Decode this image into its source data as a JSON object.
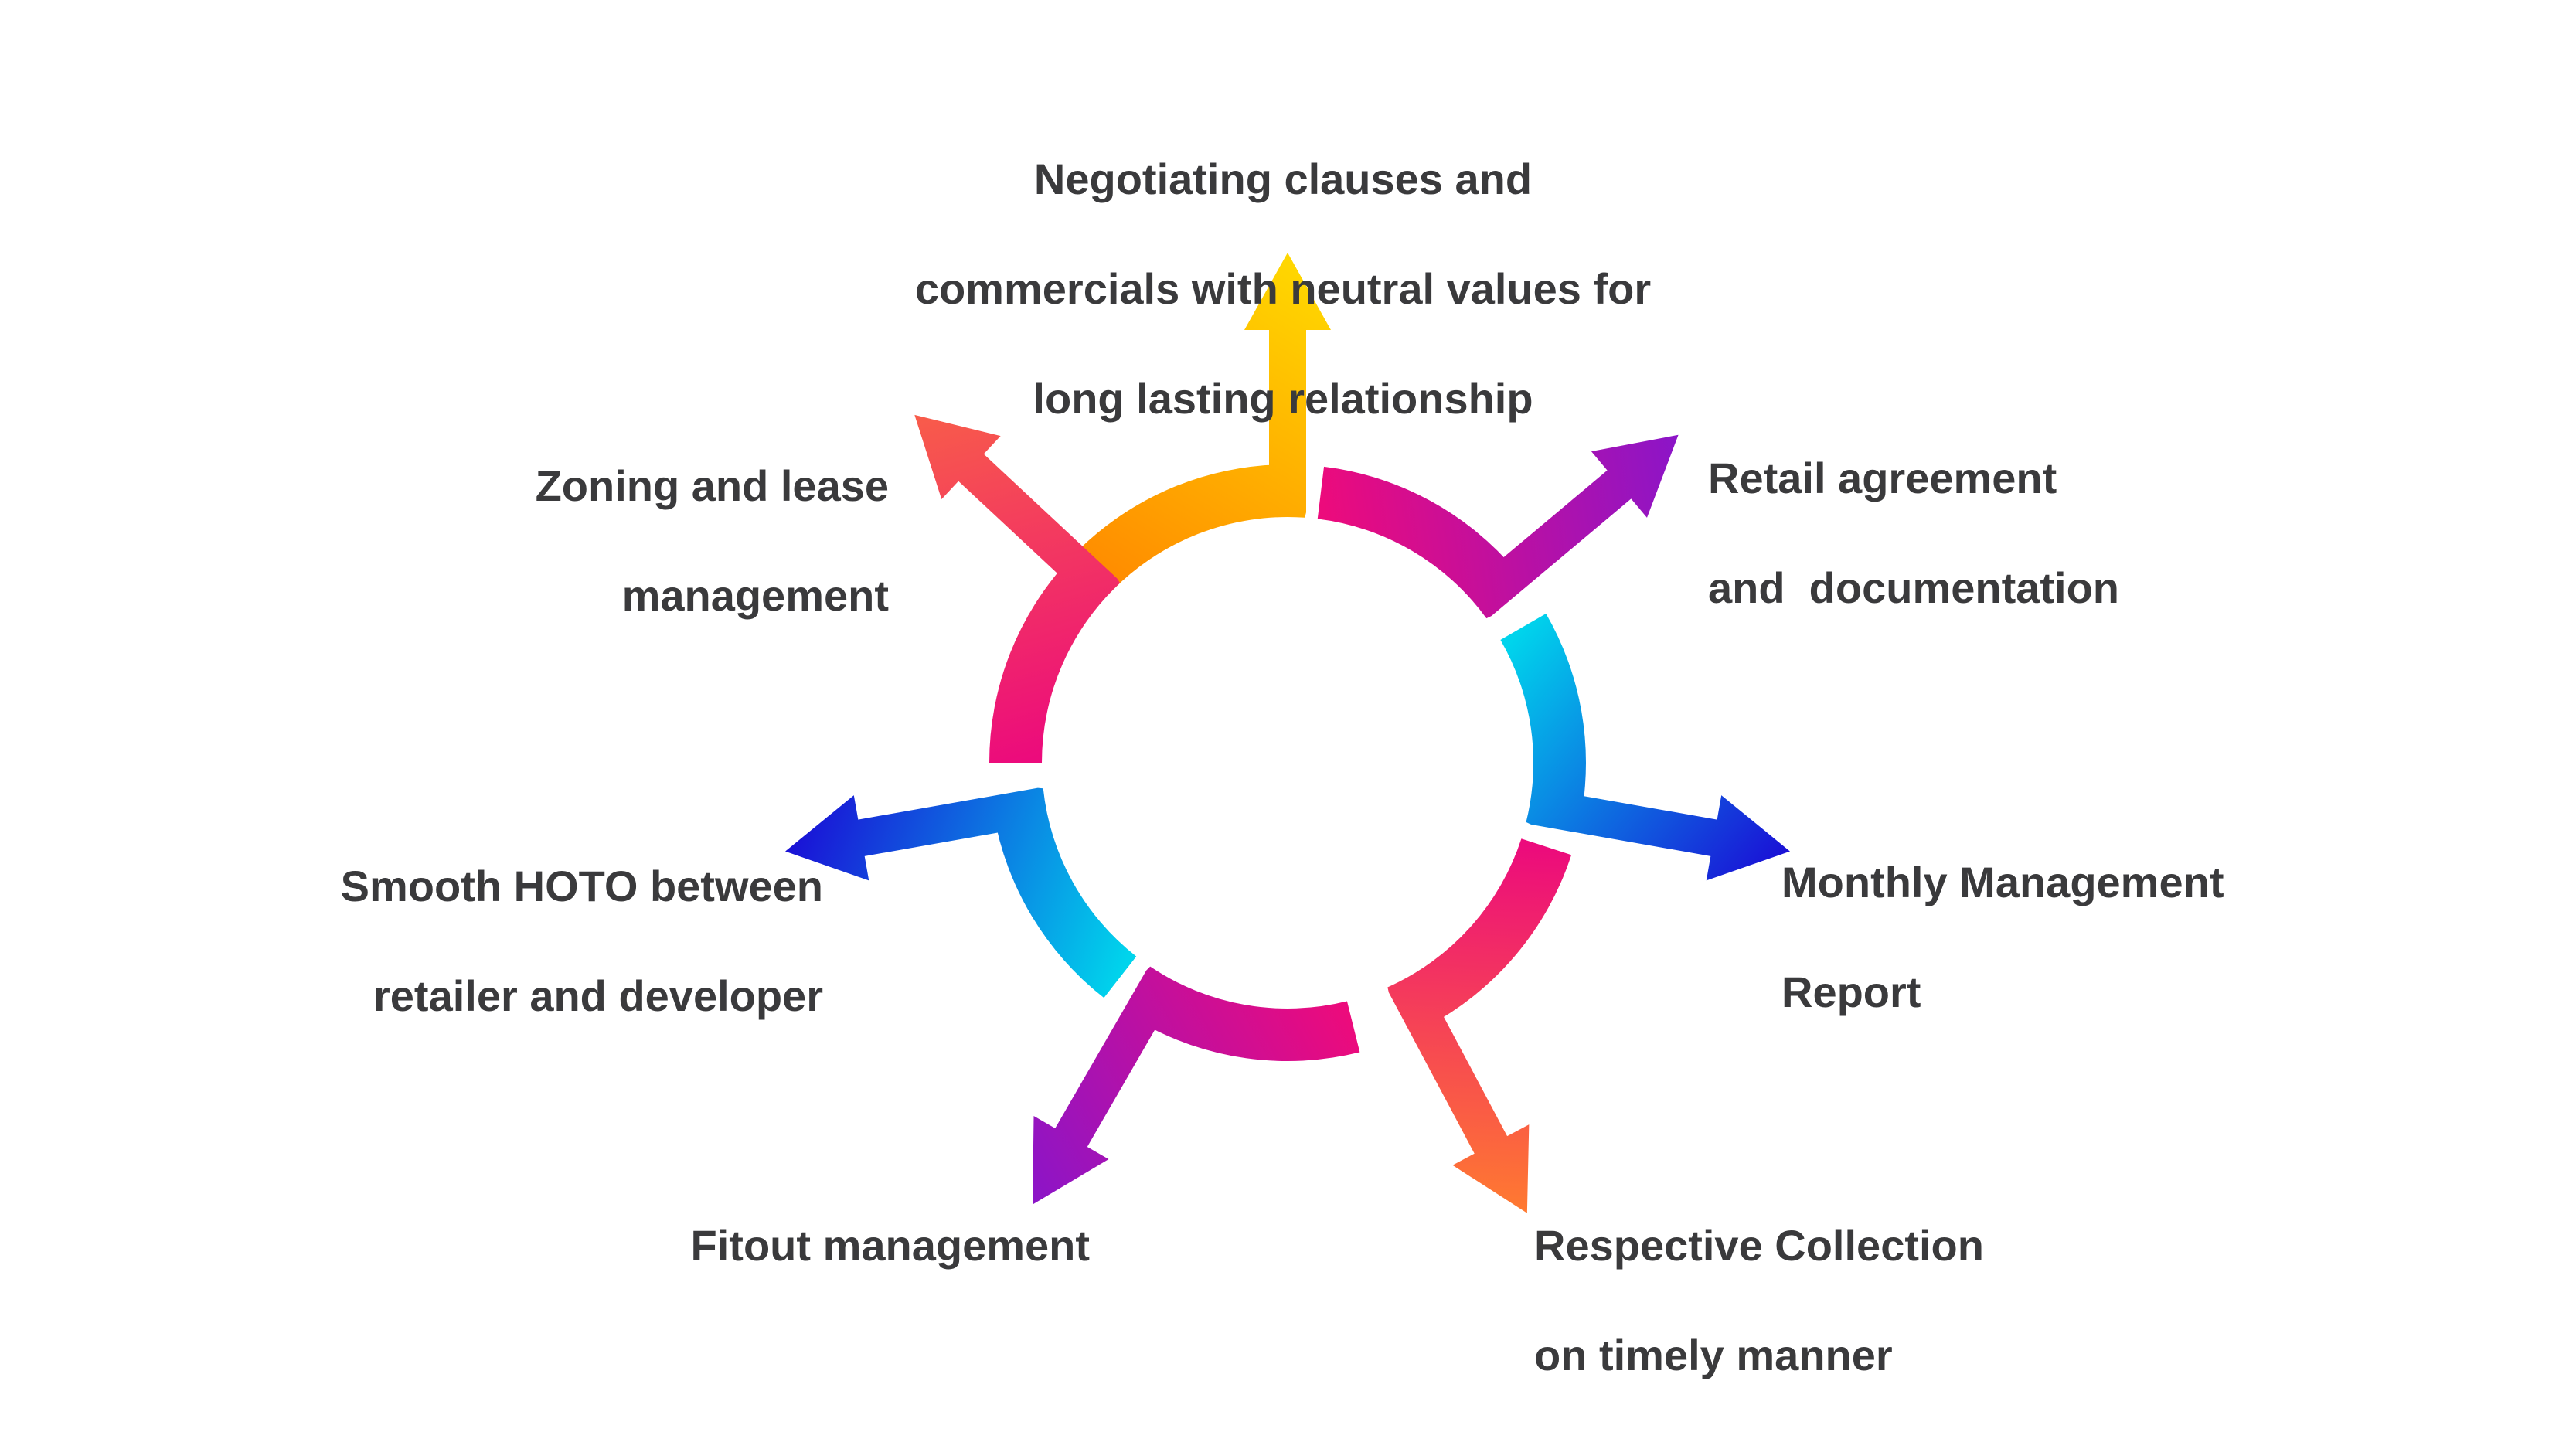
{
  "diagram": {
    "steps": [
      {
        "id": "negotiating",
        "lines": [
          "Negotiating clauses and",
          "commercials with neutral values for",
          "long lasting relationship"
        ],
        "gradient": [
          "#ff8a00",
          "#ffd800"
        ]
      },
      {
        "id": "retail-agreement",
        "lines": [
          "Retail agreement",
          "and  documentation"
        ],
        "gradient": [
          "#ec0b7c",
          "#8b15c8"
        ]
      },
      {
        "id": "monthly-report",
        "lines": [
          "Monthly Management",
          "Report"
        ],
        "gradient": [
          "#00d4ec",
          "#1a10d6"
        ]
      },
      {
        "id": "collection",
        "lines": [
          "Respective Collection",
          "on timely manner"
        ],
        "gradient": [
          "#ec0b7c",
          "#ff7a30"
        ]
      },
      {
        "id": "fitout",
        "lines": [
          "Fitout management"
        ],
        "gradient": [
          "#ec0b7c",
          "#8b15c8"
        ]
      },
      {
        "id": "hoto",
        "lines": [
          "Smooth HOTO between",
          "retailer and developer"
        ],
        "gradient": [
          "#00d4ec",
          "#1a10d6"
        ]
      },
      {
        "id": "zoning",
        "lines": [
          "Zoning and lease",
          "management"
        ],
        "gradient": [
          "#ec0b7c",
          "#f85c4a"
        ]
      }
    ],
    "text_color": "#3a3a3c",
    "background": "#ffffff"
  }
}
